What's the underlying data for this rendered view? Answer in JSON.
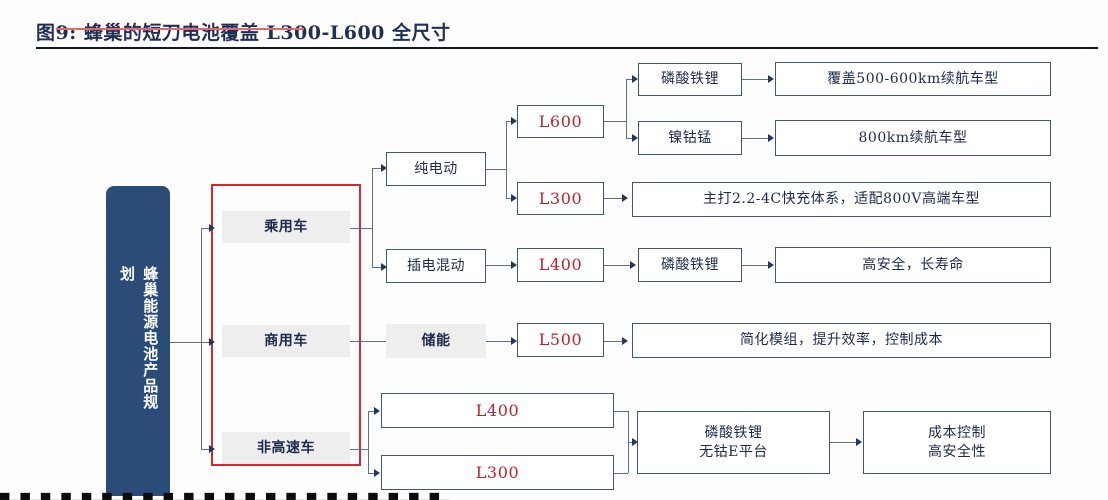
{
  "figure": {
    "title": "图9: 蜂巢的短刀电池覆盖 L300-L600 全尺寸",
    "underline_color": "#e06a74",
    "rule_color": "#10182c"
  },
  "root": {
    "label": "蜂巢能源电池产品规划",
    "color": "#2c4c78"
  },
  "highlight": {
    "color": "#d32a32"
  },
  "segments": [
    {
      "id": "passenger",
      "label": "乘用车"
    },
    {
      "id": "commercial",
      "label": "商用车"
    },
    {
      "id": "low-speed",
      "label": "非高速车"
    }
  ],
  "powertrains": [
    {
      "id": "bev",
      "label": "纯电动"
    },
    {
      "id": "phev",
      "label": "插电混动"
    },
    {
      "id": "ess",
      "label": "储能"
    }
  ],
  "cells": [
    {
      "id": "l600",
      "label": "L600"
    },
    {
      "id": "l300-bev",
      "label": "L300"
    },
    {
      "id": "l400-phev",
      "label": "L400"
    },
    {
      "id": "l500-ess",
      "label": "L500"
    },
    {
      "id": "l400-lsv",
      "label": "L400"
    },
    {
      "id": "l300-lsv",
      "label": "L300"
    }
  ],
  "chemistries": [
    {
      "id": "lfp-l600",
      "label": "磷酸铁锂"
    },
    {
      "id": "ncm-l600",
      "label": "镍钴锰"
    },
    {
      "id": "lfp-l400",
      "label": "磷酸铁锂"
    },
    {
      "id": "lfp-lsv-line1",
      "label": "磷酸铁锂"
    },
    {
      "id": "lfp-lsv-line2",
      "label": "无钴E平台"
    }
  ],
  "outcomes": [
    {
      "id": "range-500-600",
      "label": "覆盖500-600km续航车型"
    },
    {
      "id": "range-800",
      "label": "800km续航车型"
    },
    {
      "id": "fastcharge",
      "label": "主打2.2-4C快充体系，适配800V高端车型"
    },
    {
      "id": "safety-life",
      "label": "高安全，长寿命"
    },
    {
      "id": "module-efficiency",
      "label": "简化模组，提升效率，控制成本"
    },
    {
      "id": "cost-line1",
      "label": "成本控制"
    },
    {
      "id": "cost-line2",
      "label": "高安全性"
    }
  ],
  "footer": {
    "clipped_text": "▀▄▀▄▀▄▀▄▀▄▀▄▀▄▀▄▀▄▀▄▀▄▀▄▀▄▀▄▀▄▀▄▀▄▀▄▀▄▀▄▀▄▀▄"
  }
}
